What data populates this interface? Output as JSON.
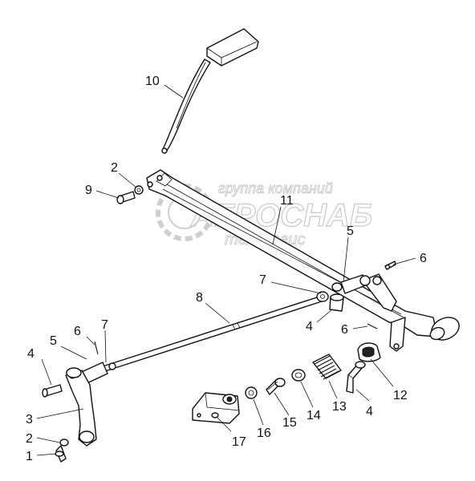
{
  "watermark": {
    "line1": "группа компаний",
    "line2": "АГРОСНАБ",
    "line3": "техсервис"
  },
  "callouts": [
    {
      "id": "c10",
      "text": "10"
    },
    {
      "id": "c2a",
      "text": "2"
    },
    {
      "id": "c9",
      "text": "9"
    },
    {
      "id": "c11",
      "text": "11"
    },
    {
      "id": "c5a",
      "text": "5"
    },
    {
      "id": "c6a",
      "text": "6"
    },
    {
      "id": "c7a",
      "text": "7"
    },
    {
      "id": "c8",
      "text": "8"
    },
    {
      "id": "c4a",
      "text": "4"
    },
    {
      "id": "c6b",
      "text": "6"
    },
    {
      "id": "c6c",
      "text": "6"
    },
    {
      "id": "c7b",
      "text": "7"
    },
    {
      "id": "c5b",
      "text": "5"
    },
    {
      "id": "c4b",
      "text": "4"
    },
    {
      "id": "c3",
      "text": "3"
    },
    {
      "id": "c2b",
      "text": "2"
    },
    {
      "id": "c1",
      "text": "1"
    },
    {
      "id": "c17",
      "text": "17"
    },
    {
      "id": "c16",
      "text": "16"
    },
    {
      "id": "c15",
      "text": "15"
    },
    {
      "id": "c14",
      "text": "14"
    },
    {
      "id": "c13",
      "text": "13"
    },
    {
      "id": "c4c",
      "text": "4"
    },
    {
      "id": "c12",
      "text": "12"
    }
  ]
}
